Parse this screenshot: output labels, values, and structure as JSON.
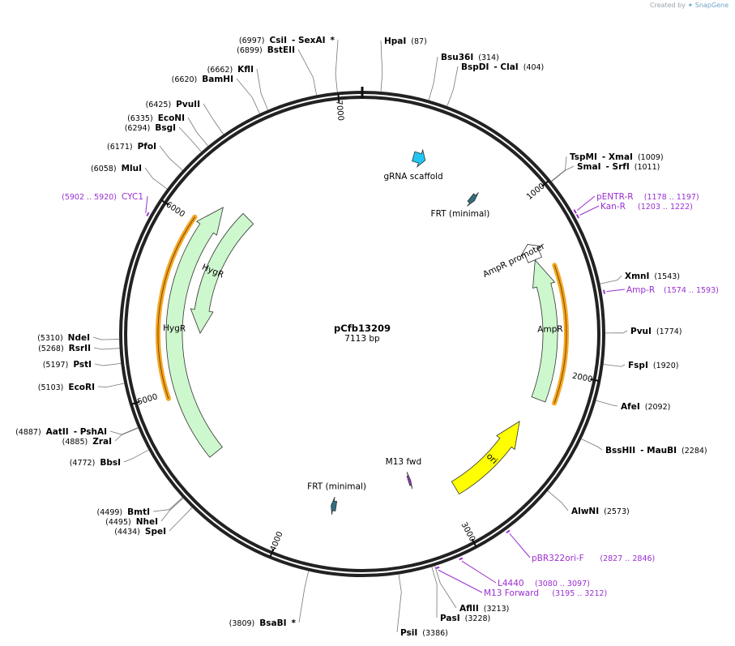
{
  "credit": {
    "prefix": "Created by",
    "brand": "SnapGene"
  },
  "plasmid": {
    "name": "pCfb13209",
    "length_label": "7113 bp",
    "length": 7113
  },
  "ticks": [
    {
      "bp": 1000,
      "label": "1000"
    },
    {
      "bp": 2000,
      "label": "2000"
    },
    {
      "bp": 3000,
      "label": "3000"
    },
    {
      "bp": 4000,
      "label": "4000"
    },
    {
      "bp": 5000,
      "label": "5000"
    },
    {
      "bp": 6000,
      "label": "6000"
    },
    {
      "bp": 7000,
      "label": "7000"
    }
  ],
  "enzymes": [
    {
      "bp": 87,
      "segments": [
        {
          "text": "HpaI",
          "bold": true
        },
        {
          "text": "(87)"
        }
      ]
    },
    {
      "bp": 314,
      "segments": [
        {
          "text": "Bsu36I",
          "bold": true
        },
        {
          "text": "(314)"
        }
      ]
    },
    {
      "bp": 404,
      "segments": [
        {
          "text": "BspDI",
          "bold": true
        },
        {
          "text": "- ClaI",
          "bold": true
        },
        {
          "text": "(404)"
        }
      ]
    },
    {
      "bp": 1009,
      "segments": [
        {
          "text": "TspMI",
          "bold": true
        },
        {
          "text": "- XmaI",
          "bold": true
        },
        {
          "text": "(1009)"
        }
      ]
    },
    {
      "bp": 1011,
      "segments": [
        {
          "text": "SmaI",
          "bold": true
        },
        {
          "text": "- SrfI",
          "bold": true
        },
        {
          "text": "(1011)"
        }
      ]
    },
    {
      "bp": 1543,
      "segments": [
        {
          "text": "XmnI",
          "bold": true
        },
        {
          "text": "(1543)"
        }
      ]
    },
    {
      "bp": 1774,
      "segments": [
        {
          "text": "PvuI",
          "bold": true
        },
        {
          "text": "(1774)"
        }
      ]
    },
    {
      "bp": 1920,
      "segments": [
        {
          "text": "FspI",
          "bold": true
        },
        {
          "text": "(1920)"
        }
      ]
    },
    {
      "bp": 2092,
      "segments": [
        {
          "text": "AfeI",
          "bold": true
        },
        {
          "text": "(2092)"
        }
      ]
    },
    {
      "bp": 2284,
      "segments": [
        {
          "text": "BssHII",
          "bold": true
        },
        {
          "text": "- MauBI",
          "bold": true
        },
        {
          "text": "(2284)"
        }
      ]
    },
    {
      "bp": 2573,
      "segments": [
        {
          "text": "AlwNI",
          "bold": true
        },
        {
          "text": "(2573)"
        }
      ]
    },
    {
      "bp": 3213,
      "segments": [
        {
          "text": "AflII",
          "bold": true
        },
        {
          "text": "(3213)"
        }
      ]
    },
    {
      "bp": 3228,
      "segments": [
        {
          "text": "PasI",
          "bold": true
        },
        {
          "text": "(3228)"
        }
      ]
    },
    {
      "bp": 3386,
      "segments": [
        {
          "text": "PsiI",
          "bold": true
        },
        {
          "text": "(3386)"
        }
      ]
    },
    {
      "bp": 3809,
      "segments": [
        {
          "text": "(3809)"
        },
        {
          "text": "BsaBI",
          "bold": true
        },
        {
          "text": "*",
          "bold": true
        }
      ]
    },
    {
      "bp": 4434,
      "segments": [
        {
          "text": "(4434)"
        },
        {
          "text": "SpeI",
          "bold": true
        }
      ]
    },
    {
      "bp": 4495,
      "segments": [
        {
          "text": "(4495)"
        },
        {
          "text": "NheI",
          "bold": true
        }
      ]
    },
    {
      "bp": 4499,
      "segments": [
        {
          "text": "(4499)"
        },
        {
          "text": "BmtI",
          "bold": true
        }
      ]
    },
    {
      "bp": 4772,
      "segments": [
        {
          "text": "(4772)"
        },
        {
          "text": "BbsI",
          "bold": true
        }
      ]
    },
    {
      "bp": 4885,
      "segments": [
        {
          "text": "(4885)"
        },
        {
          "text": "ZraI",
          "bold": true
        }
      ]
    },
    {
      "bp": 4887,
      "segments": [
        {
          "text": "(4887)"
        },
        {
          "text": "AatII",
          "bold": true
        },
        {
          "text": "- PshAI",
          "bold": true
        }
      ]
    },
    {
      "bp": 5103,
      "segments": [
        {
          "text": "(5103)"
        },
        {
          "text": "EcoRI",
          "bold": true
        }
      ]
    },
    {
      "bp": 5197,
      "segments": [
        {
          "text": "(5197)"
        },
        {
          "text": "PstI",
          "bold": true
        }
      ]
    },
    {
      "bp": 5268,
      "segments": [
        {
          "text": "(5268)"
        },
        {
          "text": "RsrII",
          "bold": true
        }
      ]
    },
    {
      "bp": 5310,
      "segments": [
        {
          "text": "(5310)"
        },
        {
          "text": "NdeI",
          "bold": true
        }
      ]
    },
    {
      "bp": 6058,
      "segments": [
        {
          "text": "(6058)"
        },
        {
          "text": "MluI",
          "bold": true
        }
      ]
    },
    {
      "bp": 6171,
      "segments": [
        {
          "text": "(6171)"
        },
        {
          "text": "PfoI",
          "bold": true
        }
      ]
    },
    {
      "bp": 6294,
      "segments": [
        {
          "text": "(6294)"
        },
        {
          "text": "BsgI",
          "bold": true
        }
      ]
    },
    {
      "bp": 6335,
      "segments": [
        {
          "text": "(6335)"
        },
        {
          "text": "EcoNI",
          "bold": true
        }
      ]
    },
    {
      "bp": 6425,
      "segments": [
        {
          "text": "(6425)"
        },
        {
          "text": "PvuII",
          "bold": true
        }
      ]
    },
    {
      "bp": 6620,
      "segments": [
        {
          "text": "(6620)"
        },
        {
          "text": "BamHI",
          "bold": true
        }
      ]
    },
    {
      "bp": 6662,
      "segments": [
        {
          "text": "(6662)"
        },
        {
          "text": "KflI",
          "bold": true
        }
      ]
    },
    {
      "bp": 6899,
      "segments": [
        {
          "text": "(6899)"
        },
        {
          "text": "BstEII",
          "bold": true
        }
      ]
    },
    {
      "bp": 6997,
      "segments": [
        {
          "text": "(6997)"
        },
        {
          "text": "CsiI",
          "bold": true
        },
        {
          "text": "- SexAI",
          "bold": true
        },
        {
          "text": "*",
          "bold": true
        }
      ]
    }
  ],
  "primers": [
    {
      "name": "pENTR-R",
      "range": "(1178 .. 1197)",
      "start": 1178,
      "end": 1197,
      "color": "#9a2fd1"
    },
    {
      "name": "Kan-R",
      "range": "(1203 .. 1222)",
      "start": 1203,
      "end": 1222,
      "color": "#9a2fd1"
    },
    {
      "name": "Amp-R",
      "range": "(1574 .. 1593)",
      "start": 1574,
      "end": 1593,
      "color": "#9a2fd1"
    },
    {
      "name": "pBR322ori-F",
      "range": "(2827 .. 2846)",
      "start": 2827,
      "end": 2846,
      "color": "#9a2fd1"
    },
    {
      "name": "L4440",
      "range": "(3080 .. 3097)",
      "start": 3080,
      "end": 3097,
      "color": "#9a2fd1"
    },
    {
      "name": "M13 Forward",
      "range": "(3195 .. 3212)",
      "start": 3195,
      "end": 3212,
      "color": "#9a2fd1"
    },
    {
      "name": "CYC1",
      "range": "(5902 .. 5920)",
      "start": 5902,
      "end": 5920,
      "color": "#9a2fd1"
    }
  ],
  "features": [
    {
      "name": "gRNA scaffold",
      "start": 318,
      "end": 394,
      "direction": 1,
      "color": "#22c5f0"
    },
    {
      "name": "FRT (minimal)",
      "start": 760,
      "end": 793,
      "direction": 1,
      "color": "#2e6f80"
    },
    {
      "name": "AmpR promoter",
      "start": 1216,
      "end": 1320,
      "direction": -1,
      "color": "#ffffff"
    },
    {
      "name": "AmpR",
      "start": 1321,
      "end": 2181,
      "direction": -1,
      "color": "#cdf7cd"
    },
    {
      "name": "ori",
      "start": 2352,
      "end": 2940,
      "direction": -1,
      "color": "#ffff00"
    },
    {
      "name": "M13 fwd",
      "start": 3195,
      "end": 3212,
      "direction": -1,
      "color": "#9a2fd1"
    },
    {
      "name": "FRT (minimal)",
      "start": 3727,
      "end": 3760,
      "direction": 1,
      "color": "#2e6f80"
    },
    {
      "name": "HygR",
      "start": 5340,
      "end": 6230,
      "direction": -1,
      "color": "#cdf7cd"
    },
    {
      "name": "HygR",
      "start": 4565,
      "end": 6170,
      "direction": 1,
      "color": "#cdf7cd"
    }
  ],
  "orange_arcs": [
    {
      "start": 1390,
      "end": 2170,
      "color": "#f5a623"
    },
    {
      "start": 4970,
      "end": 6025,
      "color": "#f5a623"
    }
  ]
}
